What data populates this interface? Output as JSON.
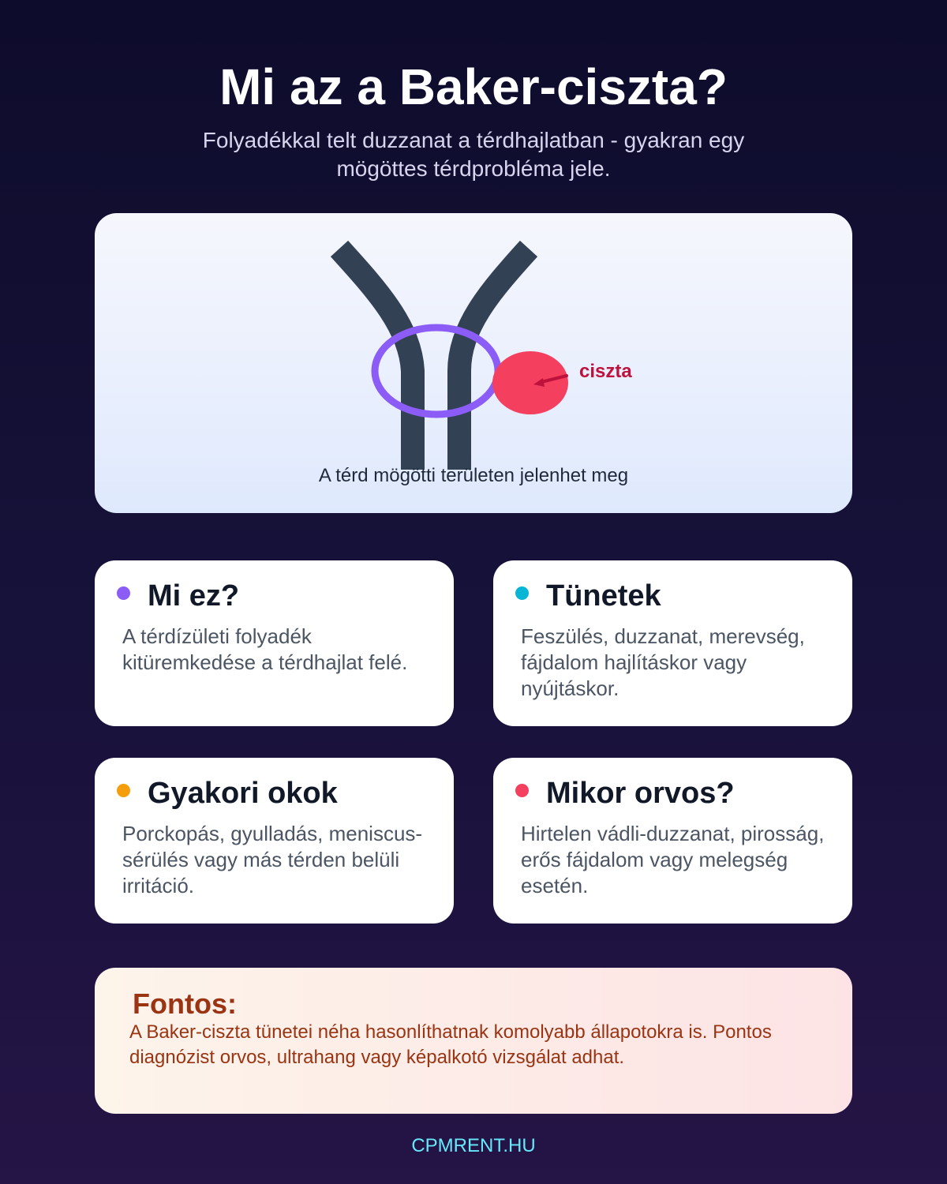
{
  "header": {
    "title": "Mi az a Baker-ciszta?",
    "subtitle": "Folyadékkal telt duzzanat a térdhajlatban - gyakran egy mögöttes térdprobléma jele."
  },
  "diagram": {
    "label": "ciszta",
    "caption": "A térd mögötti területen jelenhet meg",
    "colors": {
      "bone": "#334155",
      "joint_ring": "#8b5cf6",
      "cyst": "#f43f5e",
      "arrow": "#be123c"
    }
  },
  "cards": [
    {
      "title": "Mi ez?",
      "text": "A térdízületi folyadék kitüremkedése a térdhajlat felé.",
      "accent": "#8b5cf6"
    },
    {
      "title": "Tünetek",
      "text": "Feszülés, duzzanat, merevség, fájdalom hajlításkor vagy nyújtáskor.",
      "accent": "#06b6d4"
    },
    {
      "title": "Gyakori okok",
      "text": "Porckopás, gyulladás, meniscus-sérülés vagy más térden belüli irritáció.",
      "accent": "#f59e0b"
    },
    {
      "title": "Mikor orvos?",
      "text": "Hirtelen vádli-duzzanat, pirosság, erős fájdalom vagy melegség esetén.",
      "accent": "#f43f5e"
    }
  ],
  "important": {
    "title": "Fontos:",
    "text": "A Baker-ciszta tünetei néha hasonlíthatnak komolyabb állapotokra is. Pontos diagnózist orvos, ultrahang vagy képalkotó vizsgálat adhat."
  },
  "footer": {
    "brand": "CPMRENT.HU"
  }
}
